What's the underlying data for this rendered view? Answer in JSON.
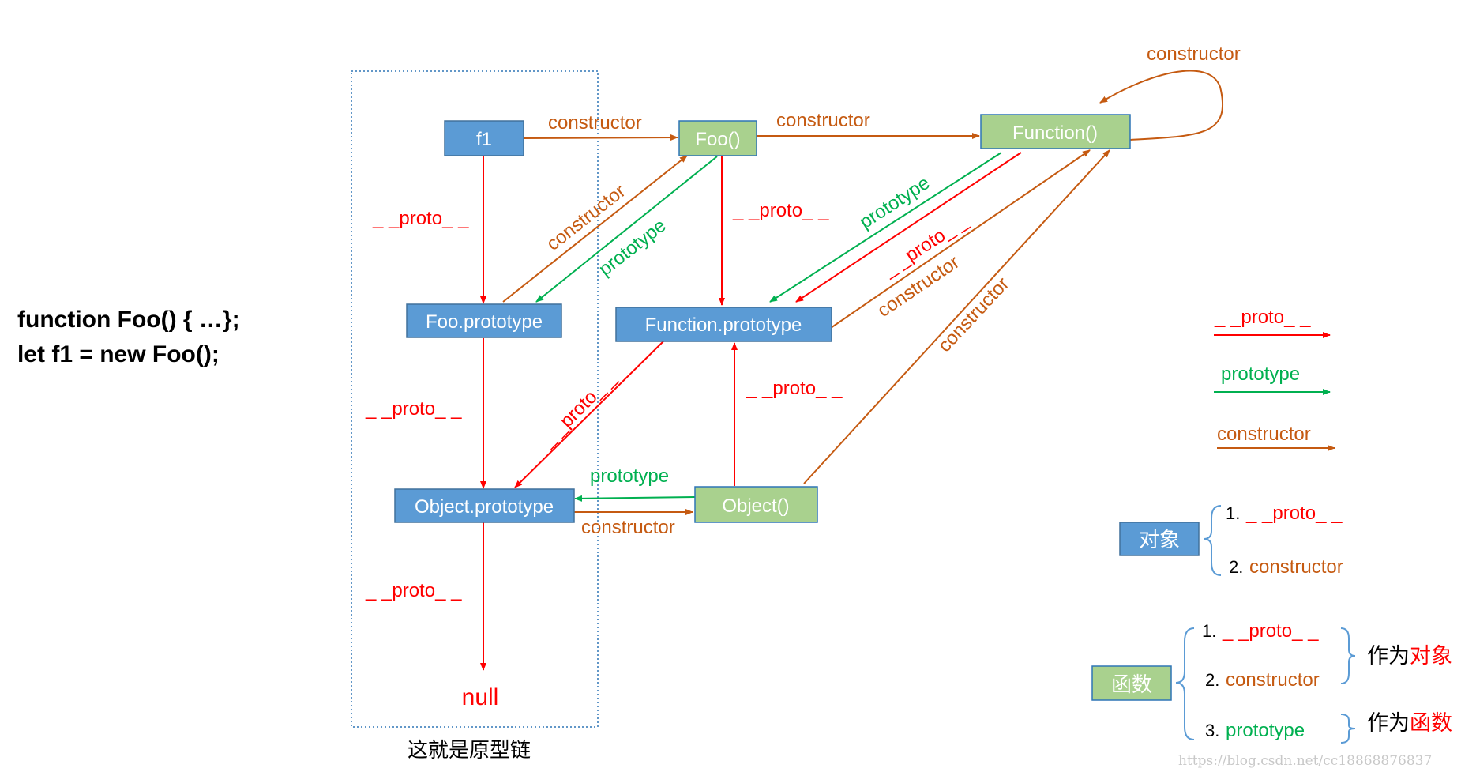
{
  "code": {
    "line1": "function Foo() { …};",
    "line2": "let f1 = new Foo();"
  },
  "nodes": {
    "f1": "f1",
    "foo": "Foo()",
    "function": "Function()",
    "foo_prototype": "Foo.prototype",
    "function_prototype": "Function.prototype",
    "object_prototype": "Object.prototype",
    "object": "Object()",
    "null": "null"
  },
  "edge_labels": {
    "proto": "_ _proto_ _",
    "prototype": "prototype",
    "constructor": "constructor"
  },
  "chain_caption": "这就是原型链",
  "legend": {
    "proto": "_ _proto_ _",
    "prototype": "prototype",
    "constructor": "constructor"
  },
  "object_box": {
    "label": "对象",
    "item1_num": "1.",
    "item1": "_ _proto_ _",
    "item2_num": "2.",
    "item2": "constructor"
  },
  "function_box": {
    "label": "函数",
    "item1_num": "1.",
    "item1": "_ _proto_ _",
    "item2_num": "2.",
    "item2": "constructor",
    "item3_num": "3.",
    "item3": "prototype",
    "as_prefix": "作为",
    "as_object": "对象",
    "as_function": "函数"
  },
  "watermark": "https://blog.csdn.net/cc18868876837",
  "colors": {
    "proto": "#ff0000",
    "prototype": "#00b050",
    "constructor": "#c55a11",
    "blue_node": "#5b9bd5",
    "green_node": "#a9d18e"
  }
}
